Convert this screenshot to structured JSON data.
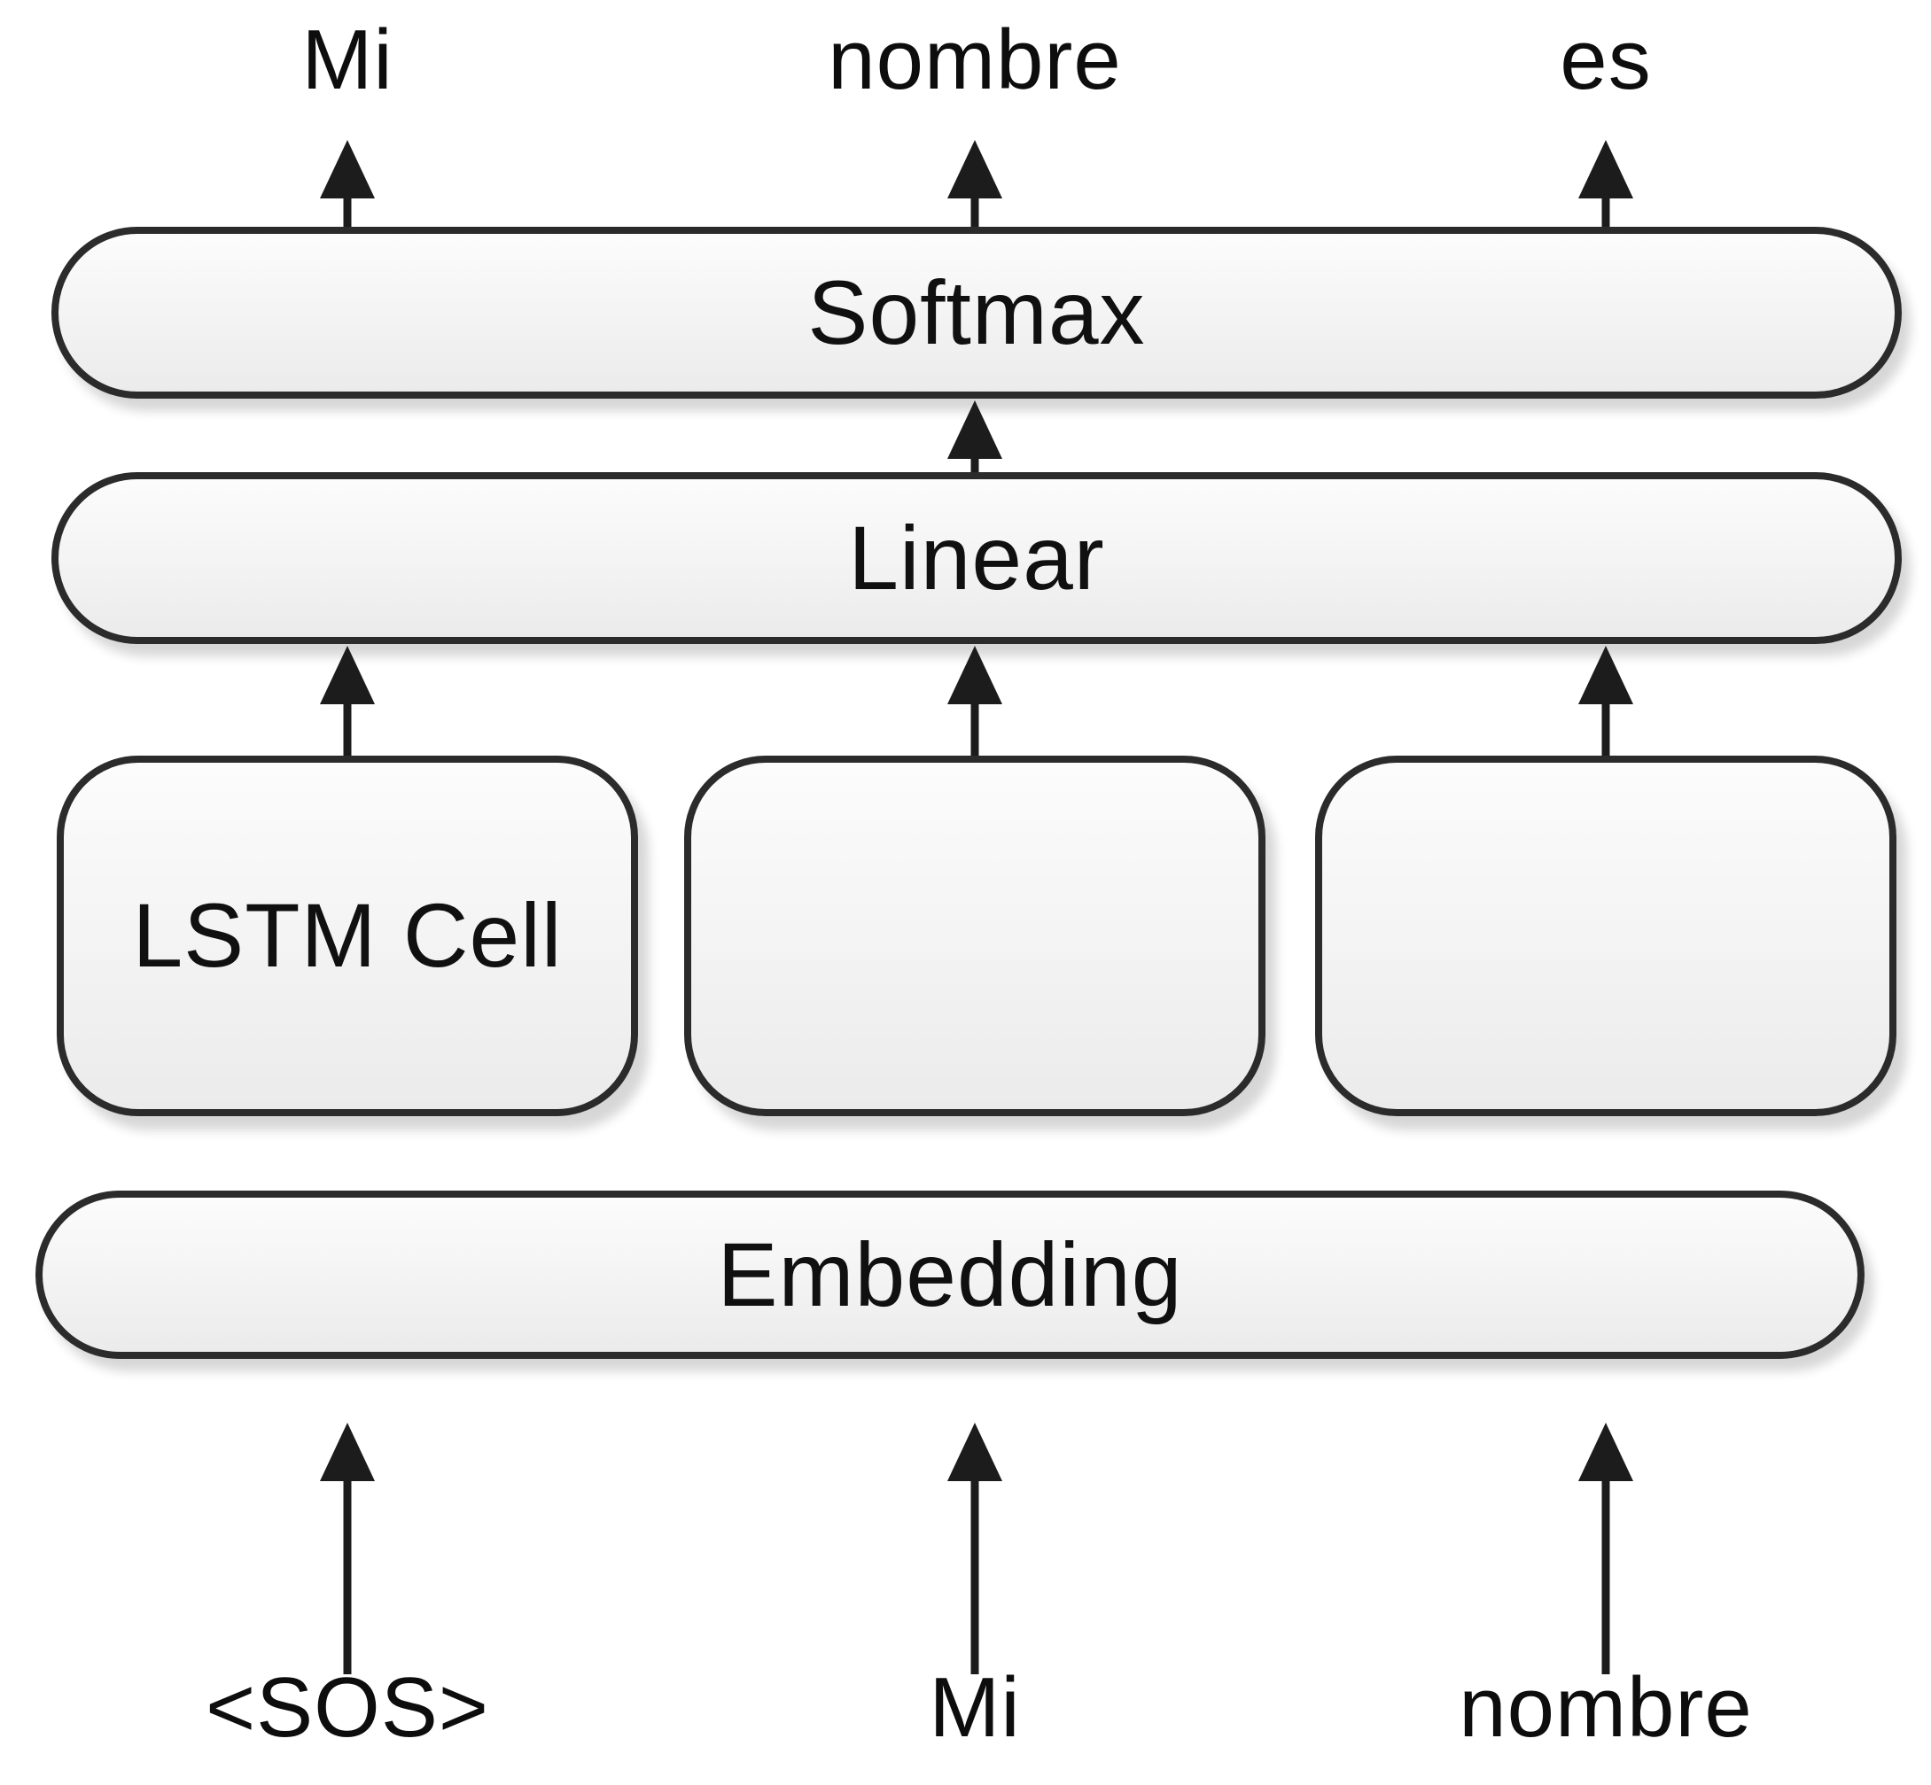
{
  "diagram": {
    "outputs": [
      "Mi",
      "nombre",
      "es"
    ],
    "layers": {
      "softmax": "Softmax",
      "linear": "Linear",
      "lstm_cells": [
        "LSTM Cell",
        "",
        ""
      ],
      "embedding": "Embedding"
    },
    "inputs": [
      "<SOS>",
      "Mi",
      "nombre"
    ],
    "colors": {
      "background": "#ffffff",
      "shape_border": "#2b2b2b",
      "shape_fill_top": "#fcfcfc",
      "shape_fill_bottom": "#ebebeb",
      "arrow": "#1c1c1c",
      "text": "#101010"
    }
  }
}
